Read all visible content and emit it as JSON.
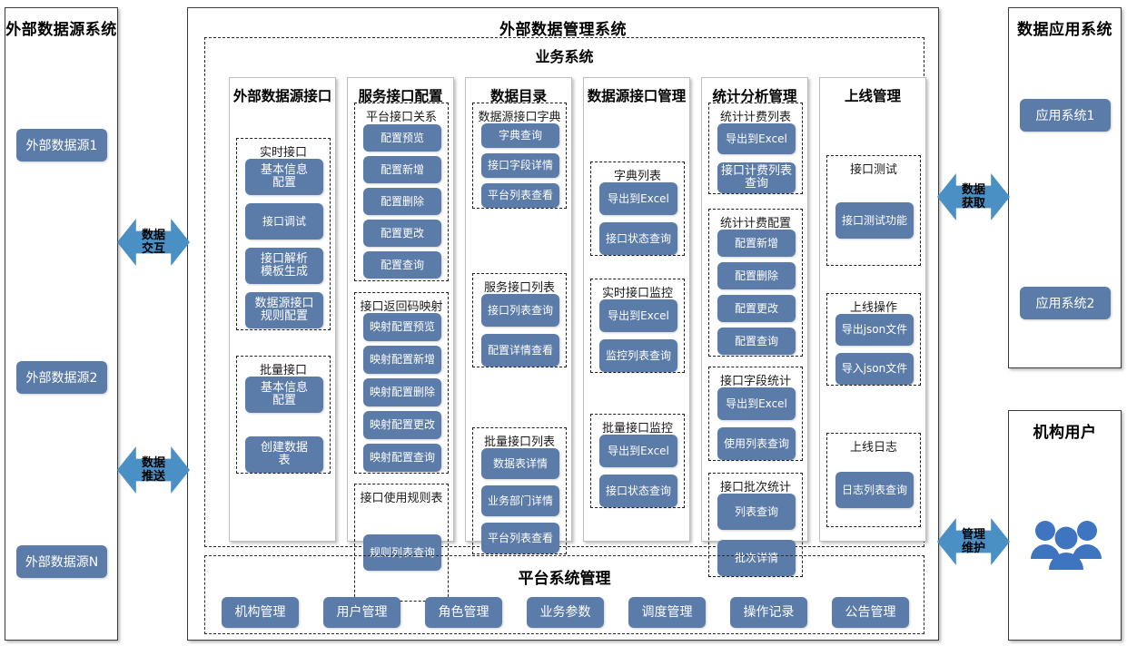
{
  "left_panel": {
    "title": "外部数据源系统",
    "items": [
      {
        "label": "外部数据源1"
      },
      {
        "label": "外部数据源2"
      },
      {
        "label": "外部数据源N"
      }
    ]
  },
  "center_panel": {
    "title": "外部数据管理系统",
    "business": {
      "title": "业务系统",
      "columns": [
        {
          "title": "外部数据源接口",
          "groups": [
            {
              "title": "实时接口",
              "buttons": [
                "基本信息\n配置",
                "接口调试",
                "接口解析\n模板生成",
                "数据源接口\n规则配置"
              ]
            },
            {
              "title": "批量接口",
              "buttons": [
                "基本信息\n配置",
                "创建数据\n表"
              ]
            }
          ]
        },
        {
          "title": "服务接口配置",
          "groups": [
            {
              "title": "平台接口关系",
              "buttons": [
                "配置预览",
                "配置新增",
                "配置删除",
                "配置更改",
                "配置查询"
              ]
            },
            {
              "title": "接口返回码映射",
              "buttons": [
                "映射配置预览",
                "映射配置新增",
                "映射配置删除",
                "映射配置更改",
                "映射配置查询"
              ]
            },
            {
              "title": "接口使用规则表",
              "buttons": [
                "规则列表查询"
              ]
            }
          ]
        },
        {
          "title": "数据目录",
          "groups": [
            {
              "title": "数据源接口字典",
              "buttons": [
                "字典查询",
                "接口字段详情",
                "平台列表查看"
              ]
            },
            {
              "title": "服务接口列表",
              "buttons": [
                "接口列表查询",
                "配置详情查看"
              ]
            },
            {
              "title": "批量接口列表",
              "buttons": [
                "数据表详情",
                "业务部门详情",
                "平台列表查看"
              ]
            }
          ]
        },
        {
          "title": "数据源接口管理",
          "groups": [
            {
              "title": "字典列表",
              "buttons": [
                "导出到Excel",
                "接口状态查询"
              ]
            },
            {
              "title": "实时接口监控",
              "buttons": [
                "导出到Excel",
                "监控列表查询"
              ]
            },
            {
              "title": "批量接口监控",
              "buttons": [
                "导出到Excel",
                "接口状态查询"
              ]
            }
          ]
        },
        {
          "title": "统计分析管理",
          "groups": [
            {
              "title": "统计计费列表",
              "buttons": [
                "导出到Excel",
                "接口计费列表\n查询"
              ]
            },
            {
              "title": "统计计费配置",
              "buttons": [
                "配置新增",
                "配置删除",
                "配置更改",
                "配置查询"
              ]
            },
            {
              "title": "接口字段统计",
              "buttons": [
                "导出到Excel",
                "使用列表查询"
              ]
            },
            {
              "title": "接口批次统计",
              "buttons": [
                "列表查询",
                "批次详情"
              ]
            }
          ]
        },
        {
          "title": "上线管理",
          "groups": [
            {
              "title": "接口测试",
              "buttons": [
                "接口测试功能"
              ]
            },
            {
              "title": "上线操作",
              "buttons": [
                "导出json文件",
                "导入json文件"
              ]
            },
            {
              "title": "上线日志",
              "buttons": [
                "日志列表查询"
              ]
            }
          ]
        }
      ]
    },
    "platform": {
      "title": "平台系统管理",
      "buttons": [
        "机构管理",
        "用户管理",
        "角色管理",
        "业务参数",
        "调度管理",
        "操作记录",
        "公告管理"
      ]
    }
  },
  "right_top_panel": {
    "title": "数据应用系统",
    "items": [
      {
        "label": "应用系统1"
      },
      {
        "label": "应用系统2"
      }
    ]
  },
  "right_bottom_panel": {
    "title": "机构用户",
    "icon": "users-group-icon"
  },
  "arrows": [
    {
      "name": "data-interaction",
      "line1": "数据",
      "line2": "交互"
    },
    {
      "name": "data-push",
      "line1": "数据",
      "line2": "推送"
    },
    {
      "name": "data-fetch",
      "line1": "数据",
      "line2": "获取"
    },
    {
      "name": "manage-maintain",
      "line1": "管理",
      "line2": "维护"
    }
  ],
  "colors": {
    "button": "#5b7ba8",
    "arrow": "#4a90c4",
    "people": "#3f74c0",
    "border": "#3b3b3b"
  }
}
